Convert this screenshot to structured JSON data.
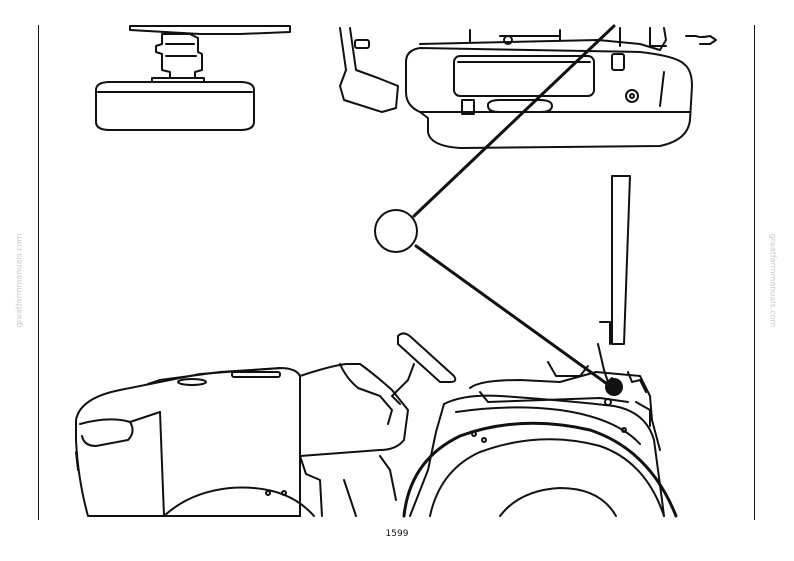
{
  "watermark_left": "greatfarmmanuals.com",
  "watermark_right": "greatfarmmanuals.com",
  "page_number": "1599"
}
